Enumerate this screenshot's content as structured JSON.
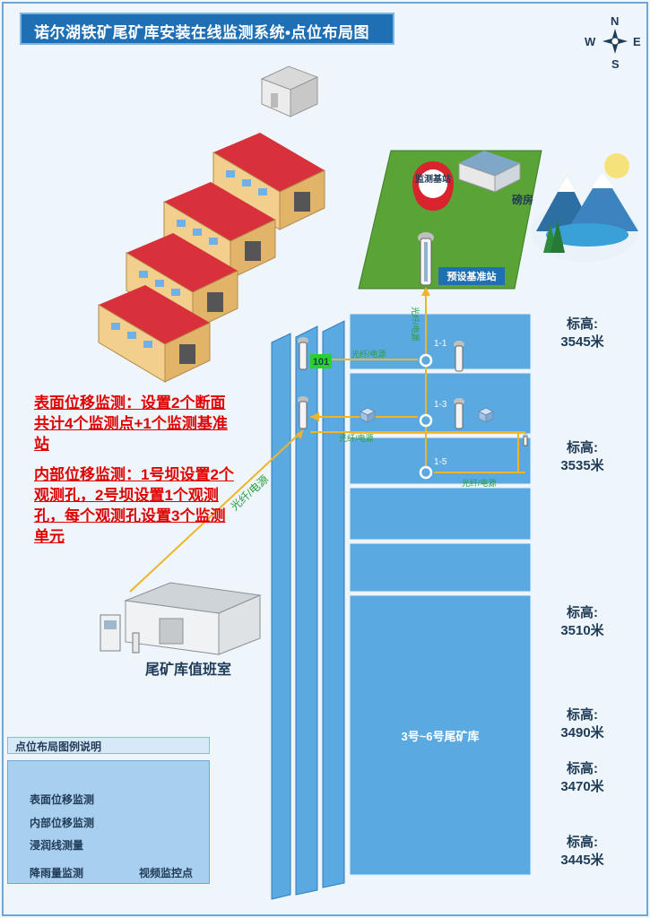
{
  "title": "诺尔湖铁矿尾矿库安装在线监测系统•点位布局图",
  "compass": {
    "n": "N",
    "s": "S",
    "e": "E",
    "w": "W"
  },
  "notes": {
    "surface": "表面位移监测：设置2个断面共计4个监测点+1个监测基准站",
    "internal": "内部位移监测：1号坝设置2个观测孔，2号坝设置1个观测孔，每个观测孔设置3个监测单元"
  },
  "base_station": {
    "pin": "监测基站",
    "label": "预设基准站",
    "pump_house": "磅房"
  },
  "points": {
    "p101": "101",
    "p1_1": "1-1",
    "p1_3": "1-3",
    "p1_5": "1-5"
  },
  "cables": {
    "vertical": "光纤/电源",
    "row1": "光纤/电源",
    "row2": "光纤/电源",
    "row3": "光纤/电源",
    "diagonal": "光纤/电源"
  },
  "duty_room": "尾矿库值班室",
  "tailings": "3号~6号尾矿库",
  "elevations": [
    {
      "label": "标高:",
      "value": "3545米"
    },
    {
      "label": "标高:",
      "value": "3535米"
    },
    {
      "label": "标高:",
      "value": "3510米"
    },
    {
      "label": "标高:",
      "value": "3490米"
    },
    {
      "label": "标高:",
      "value": "3470米"
    },
    {
      "label": "标高:",
      "value": "3445米"
    }
  ],
  "legend": {
    "title": "点位布局图例说明",
    "surface": "表面位移监测",
    "internal": "内部位移监测",
    "seepage": "浸润线测量",
    "rain": "降雨量监测",
    "video": "视频监控点"
  },
  "colors": {
    "title_bg": "#1f6fb5",
    "note_red": "#e00000",
    "dam_blue": "#5aa9e0",
    "cable_yellow": "#f0b429",
    "grass": "#5aa336"
  }
}
